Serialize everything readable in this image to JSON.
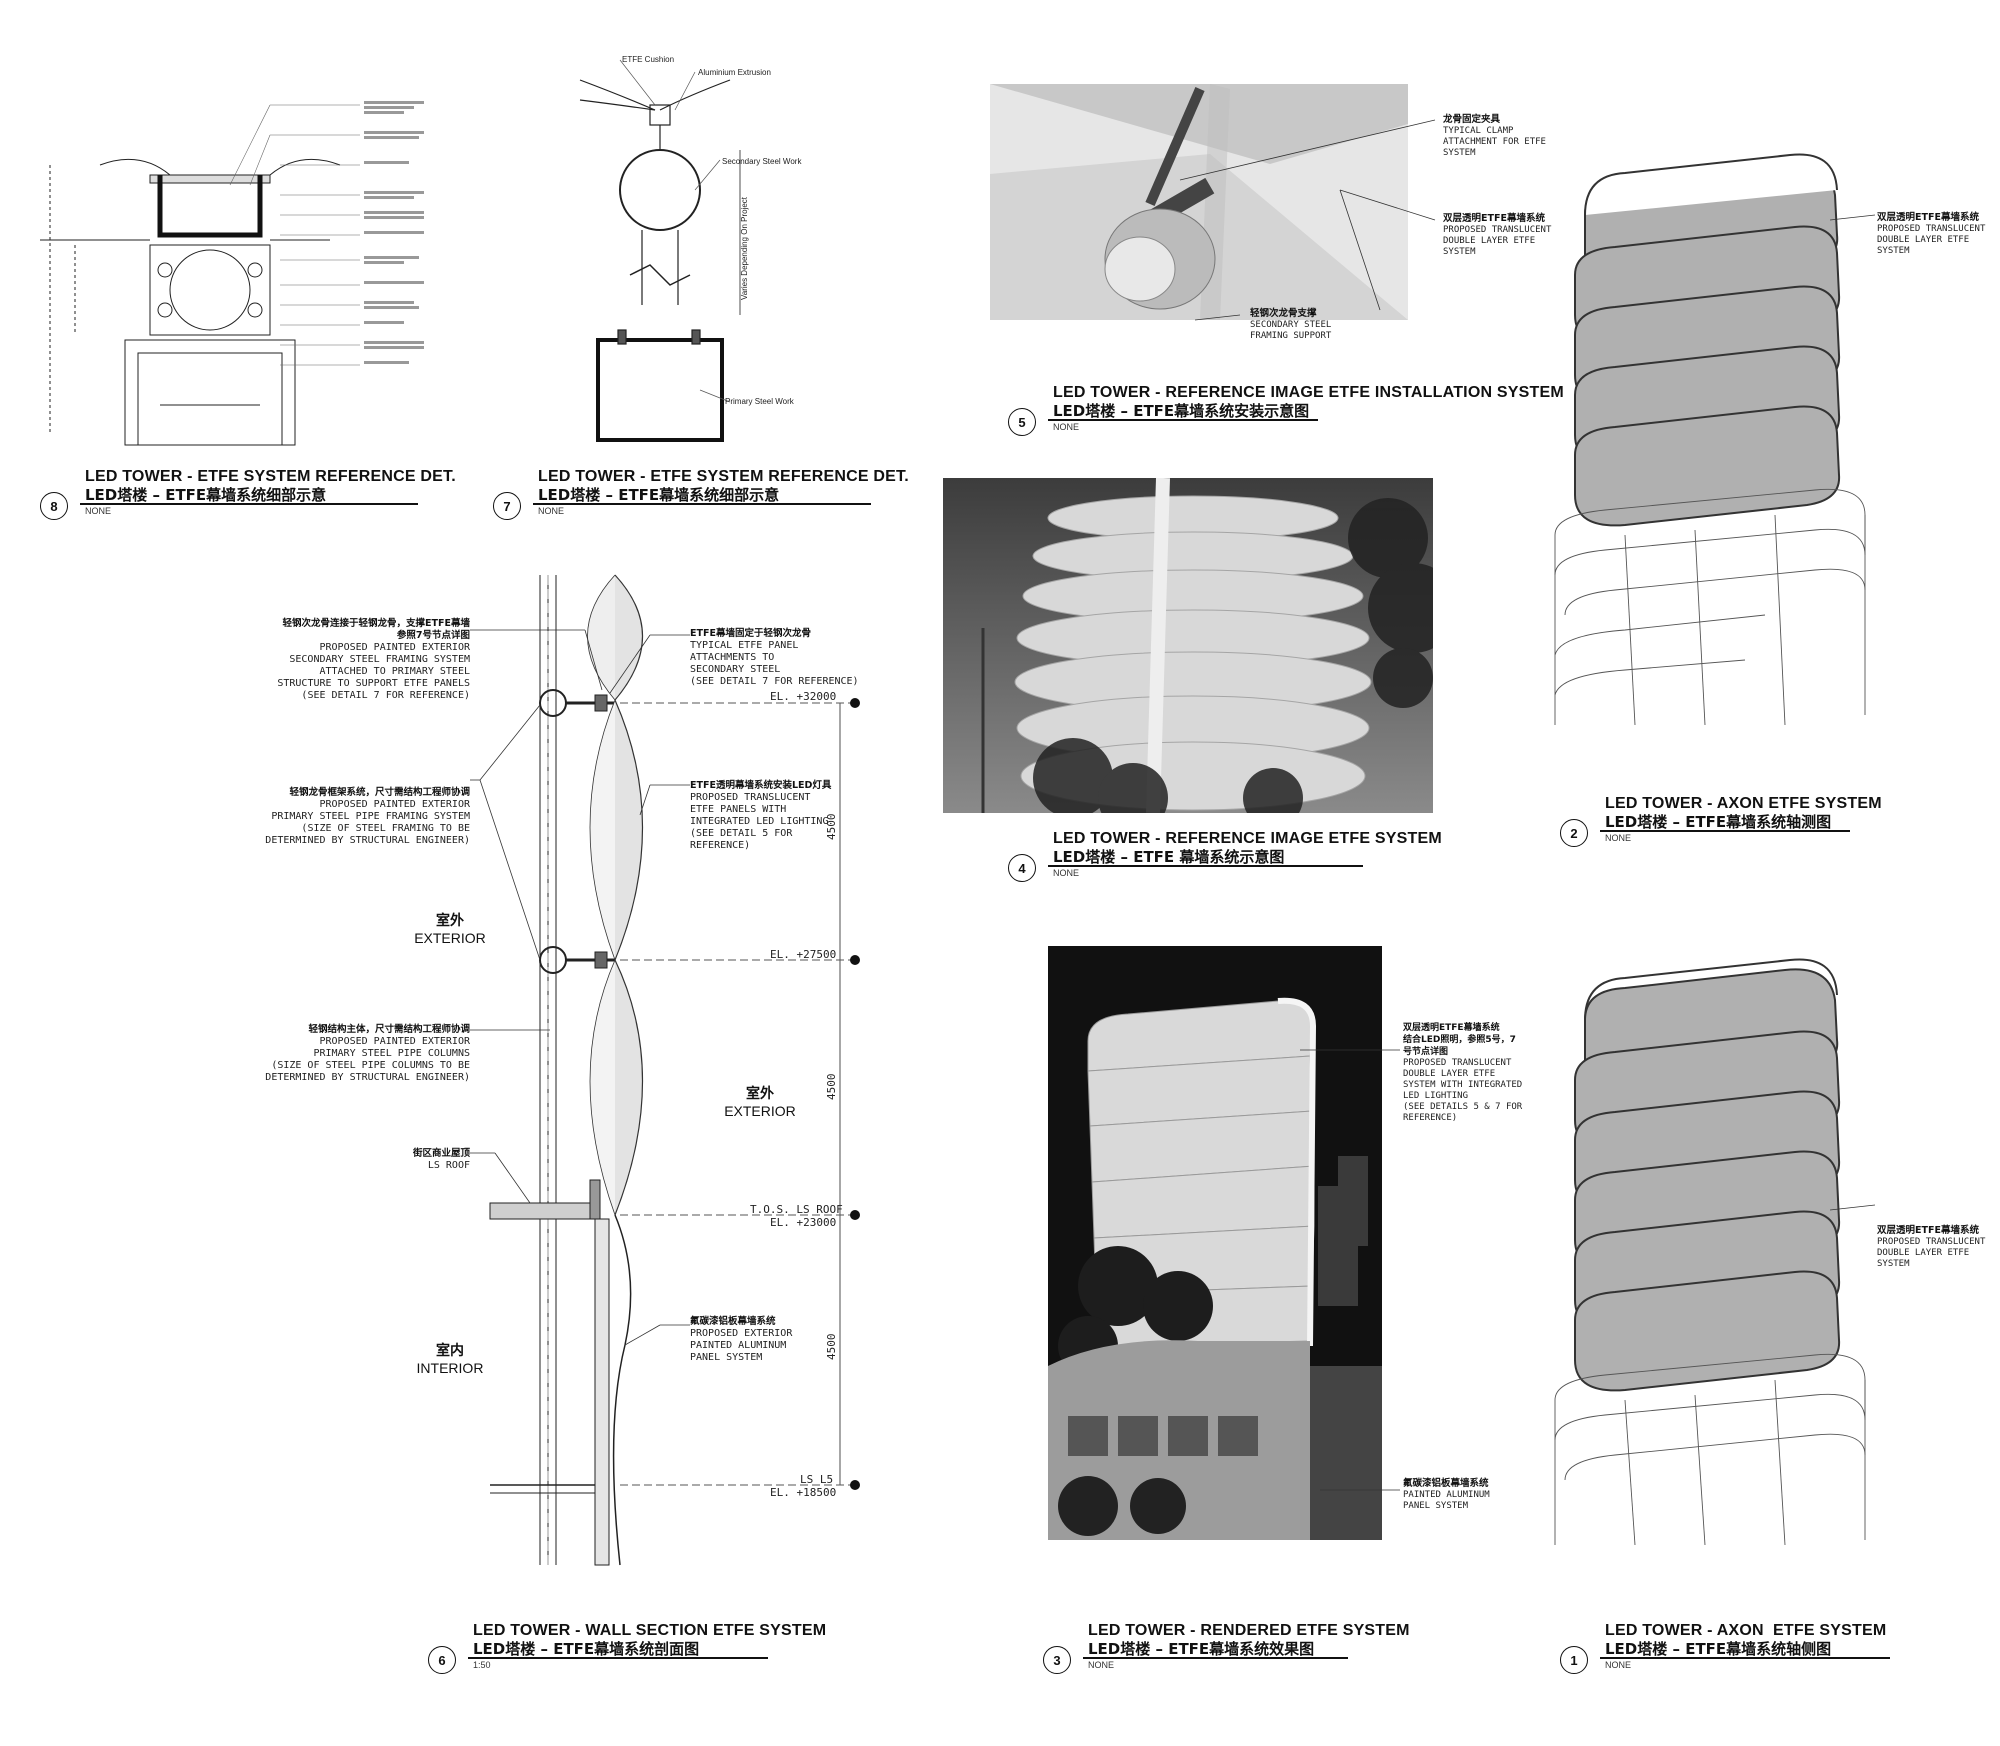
{
  "panels": {
    "p8": {
      "num": "8",
      "title_en": "LED TOWER - ETFE SYSTEM REFERENCE DET.",
      "title_cn": "LED塔楼 – ETFE幕墙系统细部示意",
      "scale": "NONE"
    },
    "p7": {
      "num": "7",
      "title_en": "LED TOWER - ETFE SYSTEM REFERENCE DET.",
      "title_cn": "LED塔楼 – ETFE幕墙系统细部示意",
      "scale": "NONE"
    },
    "p5": {
      "num": "5",
      "title_en": "LED TOWER - REFERENCE IMAGE ETFE INSTALLATION SYSTEM",
      "title_cn": "LED塔楼 – ETFE幕墙系统安装示意图",
      "scale": "NONE"
    },
    "p4": {
      "num": "4",
      "title_en": "LED TOWER - REFERENCE IMAGE ETFE SYSTEM",
      "title_cn": "LED塔楼 – ETFE 幕墙系统示意图",
      "scale": "NONE"
    },
    "p2": {
      "num": "2",
      "title_en": "LED TOWER - AXON ETFE SYSTEM",
      "title_cn": "LED塔楼 – ETFE幕墙系统轴测图",
      "scale": "NONE"
    },
    "p6": {
      "num": "6",
      "title_en": "LED TOWER - WALL SECTION ETFE SYSTEM",
      "title_cn": "LED塔楼 – ETFE幕墙系统剖面图",
      "scale": "1:50"
    },
    "p3": {
      "num": "3",
      "title_en": "LED TOWER - RENDERED ETFE SYSTEM",
      "title_cn": "LED塔楼 – ETFE幕墙系统效果图",
      "scale": "NONE"
    },
    "p1": {
      "num": "1",
      "title_en": "LED TOWER - AXON  ETFE SYSTEM",
      "title_cn": "LED塔楼 – ETFE幕墙系统轴侧图",
      "scale": "NONE"
    }
  },
  "detail7": {
    "cushion": "ETFE Cushion",
    "extrusion": "Aluminium Extrusion",
    "secondary": "Secondary Steel Work",
    "varies": "Varies Depending On Project",
    "primary": "Primary Steel Work"
  },
  "detail5": {
    "clamp_cn": "龙骨固定夹具",
    "clamp_en": "TYPICAL CLAMP\nATTACHMENT FOR ETFE\nSYSTEM",
    "double_cn": "双层透明ETFE幕墙系统",
    "double_en": "PROPOSED TRANSLUCENT\nDOUBLE LAYER ETFE\nSYSTEM",
    "support_cn": "轻钢次龙骨支撑",
    "support_en": "SECONDARY STEEL\nFRAMING SUPPORT"
  },
  "axon2": {
    "cn": "双层透明ETFE幕墙系统",
    "en": "PROPOSED TRANSLUCENT\nDOUBLE LAYER ETFE\nSYSTEM"
  },
  "axon1": {
    "cn": "双层透明ETFE幕墙系统",
    "en": "PROPOSED TRANSLUCENT\nDOUBLE LAYER ETFE\nSYSTEM"
  },
  "render3": {
    "a_cn": "双层透明ETFE幕墙系统\n结合LED照明，参照5号，7\n号节点详图",
    "a_en": "PROPOSED TRANSLUCENT\nDOUBLE LAYER ETFE\nSYSTEM WITH INTEGRATED\nLED LIGHTING\n(SEE DETAILS 5 & 7 FOR\nREFERENCE)",
    "b_cn": "氟碳漆铝板幕墙系统",
    "b_en": "PAINTED ALUMINUM\nPANEL SYSTEM"
  },
  "section6": {
    "n1_cn": "轻钢次龙骨连接于轻钢龙骨，支撑ETFE幕墙\n参照7号节点详图",
    "n1_en": "PROPOSED PAINTED EXTERIOR\nSECONDARY STEEL FRAMING SYSTEM\nATTACHED TO PRIMARY STEEL\nSTRUCTURE TO SUPPORT ETFE PANELS\n(SEE DETAIL 7 FOR REFERENCE)",
    "n2_cn": "轻钢龙骨框架系统，尺寸需结构工程师协调",
    "n2_en": "PROPOSED PAINTED EXTERIOR\nPRIMARY STEEL PIPE FRAMING SYSTEM\n(SIZE OF STEEL FRAMING TO BE\nDETERMINED BY STRUCTURAL ENGINEER)",
    "n3_cn": "轻钢结构主体，尺寸需结构工程师协调",
    "n3_en": "PROPOSED PAINTED EXTERIOR\nPRIMARY STEEL PIPE COLUMNS\n(SIZE OF STEEL PIPE COLUMNS TO BE\nDETERMINED BY STRUCTURAL ENGINEER)",
    "n4_cn": "街区商业屋顶",
    "n4_en": "LS ROOF",
    "r1_cn": "ETFE幕墙固定于轻钢次龙骨",
    "r1_en": "TYPICAL ETFE PANEL\nATTACHMENTS TO\nSECONDARY STEEL\n(SEE DETAIL 7 FOR REFERENCE)",
    "r2_cn": "ETFE透明幕墙系统安装LED灯具",
    "r2_en": "PROPOSED TRANSLUCENT\nETFE PANELS WITH\nINTEGRATED LED LIGHTING\n(SEE DETAIL 5 FOR\nREFERENCE)",
    "r3_cn": "氟碳漆铝板幕墙系统",
    "r3_en": "PROPOSED EXTERIOR\nPAINTED ALUMINUM\nPANEL SYSTEM",
    "ext1_cn": "室外",
    "ext1_en": "EXTERIOR",
    "ext2_cn": "室外",
    "ext2_en": "EXTERIOR",
    "int_cn": "室内",
    "int_en": "INTERIOR",
    "el1": "EL. +32000",
    "el2": "EL. +27500",
    "el3a": "T.O.S. LS ROOF",
    "el3b": "EL. +23000",
    "el4a": "LS L5",
    "el4b": "EL. +18500",
    "dim": "4500"
  }
}
